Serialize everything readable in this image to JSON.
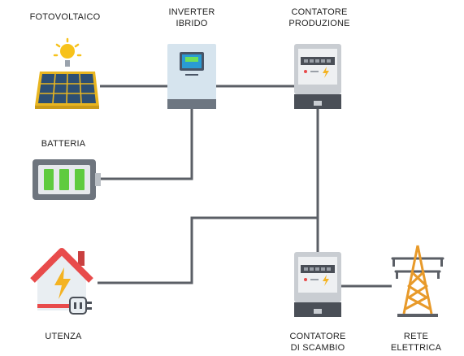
{
  "labels": {
    "fotovoltaico": "FOTOVOLTAICO",
    "inverter": [
      "INVERTER",
      "IBRIDO"
    ],
    "contatore_produzione": [
      "CONTATORE",
      "PRODUZIONE"
    ],
    "batteria": "BATTERIA",
    "utenza": "UTENZA",
    "contatore_scambio": [
      "CONTATORE",
      "DI SCAMBIO"
    ],
    "rete": [
      "RETE",
      "ELETTRICA"
    ]
  },
  "colors": {
    "wire": "#5b5f66",
    "panel": "#2d4f73",
    "sun": "#f7c21b",
    "inverter_body": "#d6e4ee",
    "inverter_screen": "#2a9bd4",
    "meter_body": "#c9cdd2",
    "meter_dark": "#4a4f57",
    "battery_green": "#5fcb3e",
    "house_red": "#e84b4b",
    "bolt": "#f4b322",
    "tower": "#e89a2a"
  }
}
